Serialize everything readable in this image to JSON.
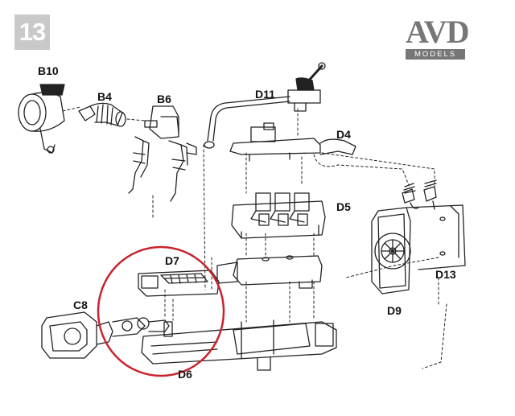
{
  "step_number": "13",
  "logo": {
    "brand": "AVD",
    "tagline": "MODELS"
  },
  "part_labels": {
    "B10": "B10",
    "B4": "B4",
    "B6": "B6",
    "D11": "D11",
    "D4": "D4",
    "D5": "D5",
    "D7": "D7",
    "C8": "C8",
    "D6": "D6",
    "D9": "D9",
    "D13": "D13"
  },
  "colors": {
    "highlight_circle": "#c8232c",
    "linework": "#222222",
    "badge": "#c9c9c9",
    "logo": "#777777"
  }
}
